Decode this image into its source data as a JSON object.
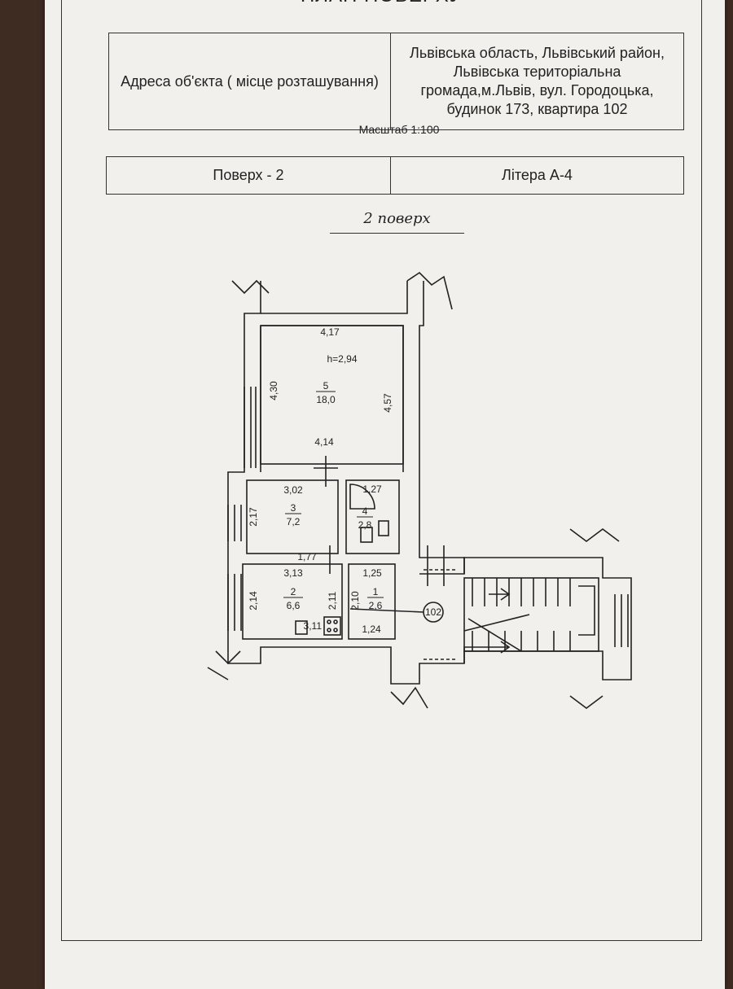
{
  "header": {
    "title": "ПЛАН ПОВЕРХУ"
  },
  "info": {
    "address_label": "Адреса об'єкта ( місце розташування)",
    "address_value": "Львівська область, Львівський район, Львівська територіальна громада,м.Львів, вул. Городоцька, будинок 173, квартира 102",
    "scale": "Масштаб 1:100",
    "floor": "Поверх - 2",
    "litera": "Літера А-4"
  },
  "plan": {
    "floor_label": "2 поверх",
    "ceiling_height": "h=2,94",
    "apartment_number": "102",
    "rooms": [
      {
        "number": "5",
        "area": "18,0"
      },
      {
        "number": "3",
        "area": "7,2"
      },
      {
        "number": "4",
        "area": "2,8"
      },
      {
        "number": "2",
        "area": "6,6"
      },
      {
        "number": "1",
        "area": "2,6"
      }
    ],
    "dimensions": [
      "4,17",
      "4,30",
      "4,57",
      "4,14",
      "3,02",
      "2,17",
      "1,27",
      "1,77",
      "3,13",
      "1,25",
      "2,14",
      "2,11",
      "2,10",
      "3,11",
      "1,24"
    ]
  }
}
